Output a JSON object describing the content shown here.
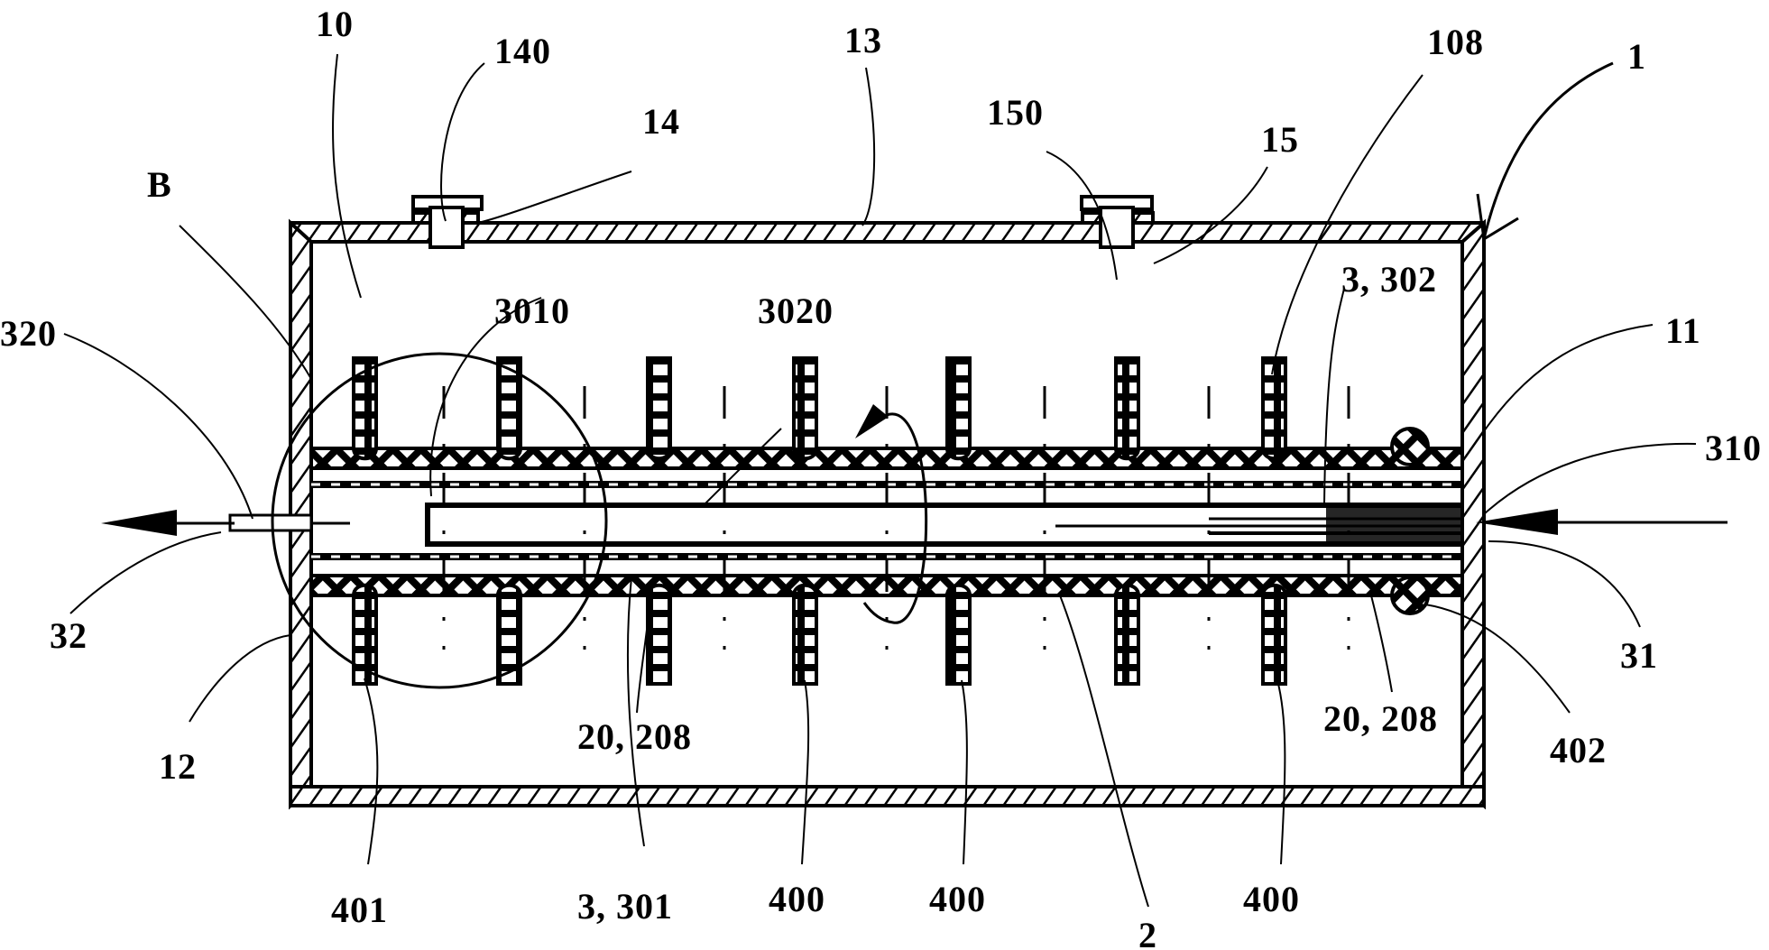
{
  "figure": {
    "title": "Heat exchanger cross-section (patent drawing)",
    "colors": {
      "ink": "#000000",
      "background": "#ffffff"
    },
    "labels": {
      "device": "1",
      "housing_chamber": "10",
      "right_end_wall": "11",
      "left_end_wall": "12",
      "top_wall": "13",
      "port_14": "14",
      "port_14_pipe": "140",
      "port_15": "15",
      "port_15_pipe": "150",
      "outer_space": "108",
      "detail_circle": "B",
      "outlet_pipe": "320",
      "outlet": "32",
      "inner_cavity": "3010",
      "channel": "3020",
      "tube_right": "3, 302",
      "inlet_opening": "310",
      "inlet": "31",
      "seal_ring": "402",
      "braid_left": "20, 208",
      "braid_right": "20, 208",
      "tube_left": "3, 301",
      "fin_left": "401",
      "fins": [
        "400",
        "400",
        "400"
      ],
      "core": "2"
    }
  }
}
